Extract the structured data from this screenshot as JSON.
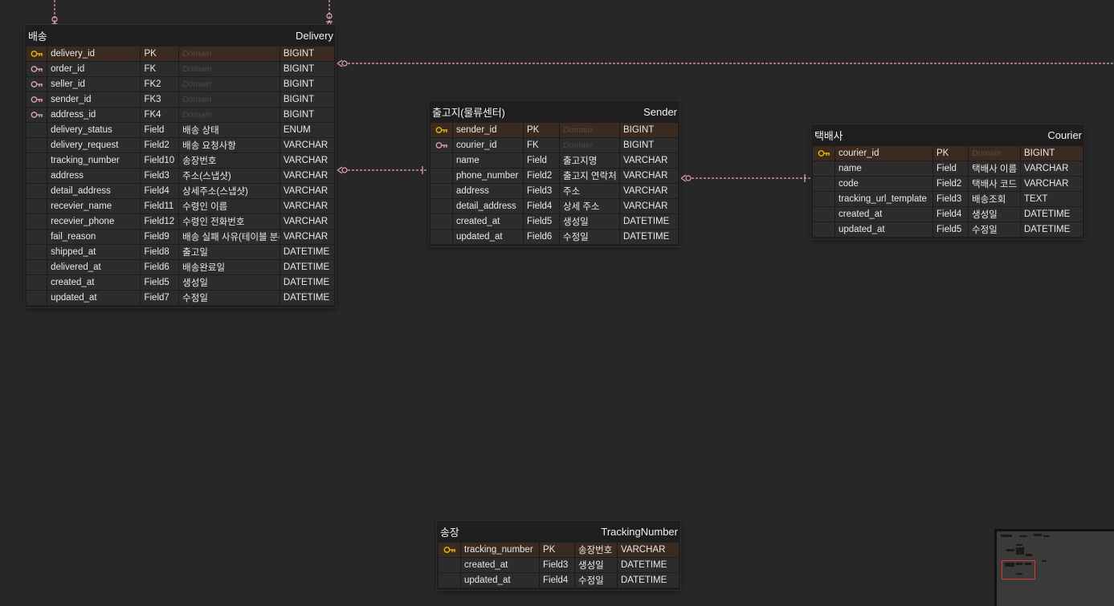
{
  "colors": {
    "background": "#272727",
    "entity_bg": "#1e1e1e",
    "row_bg": "#2c2c2c",
    "pk_row_bg": "#3a2a1f",
    "pk_key": "#e6b800",
    "fk_key": "#d9a0b0",
    "relation_line": "#e8a6b8",
    "minimap_view": "#d23a3a"
  },
  "entities": [
    {
      "id": "delivery",
      "logical_name": "배송",
      "physical_name": "Delivery",
      "rows": [
        {
          "key": "pk",
          "column": "delivery_id",
          "type": "PK",
          "comment": "Domain",
          "datatype": "BIGINT"
        },
        {
          "key": "fk",
          "column": "order_id",
          "type": "FK",
          "comment": "Domain",
          "datatype": "BIGINT"
        },
        {
          "key": "fk",
          "column": "seller_id",
          "type": "FK2",
          "comment": "Domain",
          "datatype": "BIGINT"
        },
        {
          "key": "fk",
          "column": "sender_id",
          "type": "FK3",
          "comment": "Domain",
          "datatype": "BIGINT"
        },
        {
          "key": "fk",
          "column": "address_id",
          "type": "FK4",
          "comment": "Domain",
          "datatype": "BIGINT"
        },
        {
          "key": "",
          "column": "delivery_status",
          "type": "Field",
          "comment": "배송 상태",
          "datatype": "ENUM"
        },
        {
          "key": "",
          "column": "delivery_request",
          "type": "Field2",
          "comment": "배송 요청사항",
          "datatype": "VARCHAR"
        },
        {
          "key": "",
          "column": "tracking_number",
          "type": "Field10",
          "comment": "송장번호",
          "datatype": "VARCHAR"
        },
        {
          "key": "",
          "column": "address",
          "type": "Field3",
          "comment": "주소(스냅샷)",
          "datatype": "VARCHAR"
        },
        {
          "key": "",
          "column": "detail_address",
          "type": "Field4",
          "comment": "상세주소(스냅샷)",
          "datatype": "VARCHAR"
        },
        {
          "key": "",
          "column": "recevier_name",
          "type": "Field11",
          "comment": "수령인 이름",
          "datatype": "VARCHAR"
        },
        {
          "key": "",
          "column": "recevier_phone",
          "type": "Field12",
          "comment": "수령인 전화번호",
          "datatype": "VARCHAR"
        },
        {
          "key": "",
          "column": "fail_reason",
          "type": "Field9",
          "comment": "배송 실패 사유(테이블 분리)",
          "datatype": "VARCHAR"
        },
        {
          "key": "",
          "column": "shipped_at",
          "type": "Field8",
          "comment": "출고일",
          "datatype": "DATETIME"
        },
        {
          "key": "",
          "column": "delivered_at",
          "type": "Field6",
          "comment": "배송완료일",
          "datatype": "DATETIME"
        },
        {
          "key": "",
          "column": "created_at",
          "type": "Field5",
          "comment": "생성일",
          "datatype": "DATETIME"
        },
        {
          "key": "",
          "column": "updated_at",
          "type": "Field7",
          "comment": "수정일",
          "datatype": "DATETIME"
        }
      ]
    },
    {
      "id": "sender",
      "logical_name": "출고지(물류센터)",
      "physical_name": "Sender",
      "rows": [
        {
          "key": "pk",
          "column": "sender_id",
          "type": "PK",
          "comment": "Domain",
          "datatype": "BIGINT"
        },
        {
          "key": "fk",
          "column": "courier_id",
          "type": "FK",
          "comment": "Domain",
          "datatype": "BIGINT"
        },
        {
          "key": "",
          "column": "name",
          "type": "Field",
          "comment": "출고지명",
          "datatype": "VARCHAR"
        },
        {
          "key": "",
          "column": "phone_number",
          "type": "Field2",
          "comment": "출고지 연락처",
          "datatype": "VARCHAR"
        },
        {
          "key": "",
          "column": "address",
          "type": "Field3",
          "comment": "주소",
          "datatype": "VARCHAR"
        },
        {
          "key": "",
          "column": "detail_address",
          "type": "Field4",
          "comment": "상세 주소",
          "datatype": "VARCHAR"
        },
        {
          "key": "",
          "column": "created_at",
          "type": "Field5",
          "comment": "생성일",
          "datatype": "DATETIME"
        },
        {
          "key": "",
          "column": "updated_at",
          "type": "Field6",
          "comment": "수정일",
          "datatype": "DATETIME"
        }
      ]
    },
    {
      "id": "courier",
      "logical_name": "택배사",
      "physical_name": "Courier",
      "rows": [
        {
          "key": "pk",
          "column": "courier_id",
          "type": "PK",
          "comment": "Domain",
          "datatype": "BIGINT"
        },
        {
          "key": "",
          "column": "name",
          "type": "Field",
          "comment": "택배사 이름",
          "datatype": "VARCHAR"
        },
        {
          "key": "",
          "column": "code",
          "type": "Field2",
          "comment": "택배사 코드",
          "datatype": "VARCHAR"
        },
        {
          "key": "",
          "column": "tracking_url_template",
          "type": "Field3",
          "comment": "배송조회",
          "datatype": "TEXT"
        },
        {
          "key": "",
          "column": "created_at",
          "type": "Field4",
          "comment": "생성일",
          "datatype": "DATETIME"
        },
        {
          "key": "",
          "column": "updated_at",
          "type": "Field5",
          "comment": "수정일",
          "datatype": "DATETIME"
        }
      ]
    },
    {
      "id": "tracking",
      "logical_name": "송장",
      "physical_name": "TrackingNumber",
      "rows": [
        {
          "key": "pk",
          "column": "tracking_number",
          "type": "PK",
          "comment": "송장번호",
          "datatype": "VARCHAR"
        },
        {
          "key": "",
          "column": "created_at",
          "type": "Field3",
          "comment": "생성일",
          "datatype": "DATETIME"
        },
        {
          "key": "",
          "column": "updated_at",
          "type": "Field4",
          "comment": "수정일",
          "datatype": "DATETIME"
        }
      ]
    }
  ]
}
